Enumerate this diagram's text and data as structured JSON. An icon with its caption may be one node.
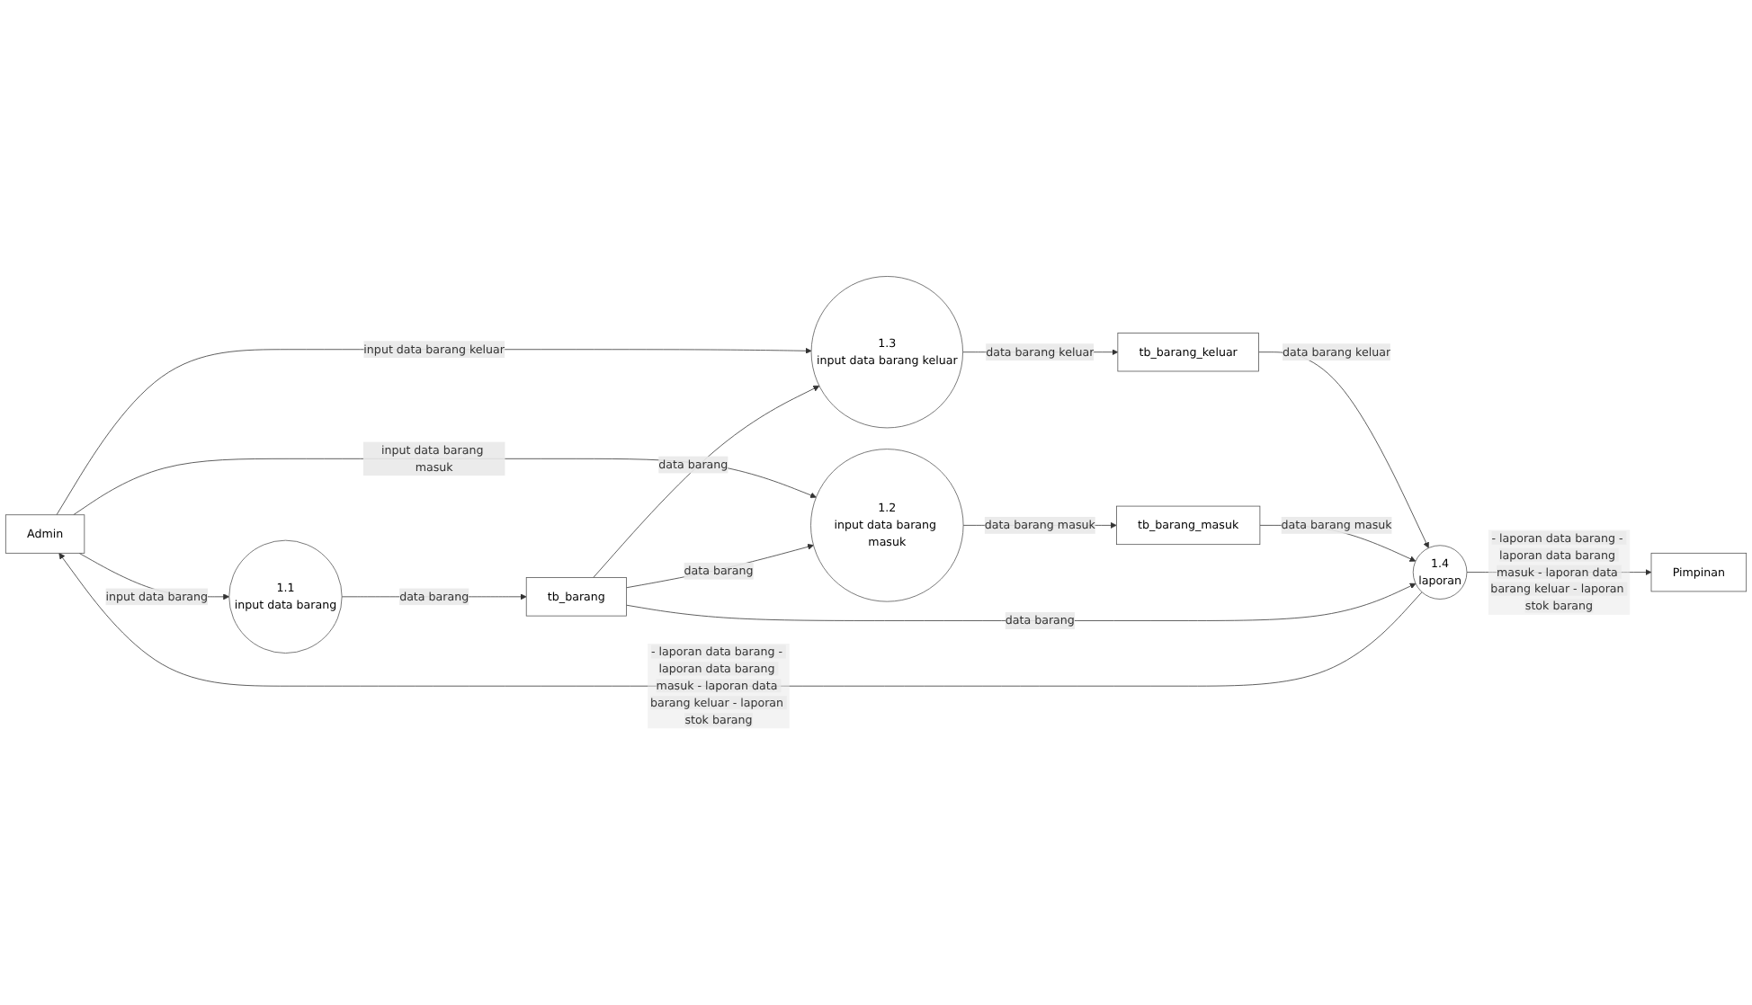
{
  "diagram": {
    "nodes": [
      {
        "text": [
          "Admin"
        ]
      },
      {
        "text": [
          "1.1",
          "input data barang"
        ]
      },
      {
        "text": [
          "1.2",
          "input data barang masuk"
        ]
      },
      {
        "text": [
          "1.3",
          "input data barang keluar"
        ]
      },
      {
        "text": [
          "tb_barang"
        ]
      },
      {
        "text": [
          "tb_barang_masuk"
        ]
      },
      {
        "text": [
          "tb_barang_keluar"
        ]
      },
      {
        "text": [
          "1.4",
          "laporan"
        ]
      },
      {
        "text": [
          "Pimpinan"
        ]
      }
    ],
    "edges": [
      {
        "from": 0,
        "to": 1,
        "arrow": "to",
        "label": "input data barang"
      },
      {
        "from": 0,
        "to": 2,
        "arrow": "to",
        "label": "input data barang masuk"
      },
      {
        "from": 0,
        "to": 3,
        "arrow": "to",
        "label": "input data barang keluar"
      },
      {
        "from": 1,
        "to": 4,
        "arrow": "to",
        "label": "data barang"
      },
      {
        "from": 4,
        "to": 2,
        "arrow": "to",
        "label": "data barang"
      },
      {
        "from": 4,
        "to": 3,
        "arrow": "to",
        "label": "data barang"
      },
      {
        "from": 2,
        "to": 5,
        "arrow": "to",
        "label": "data barang masuk"
      },
      {
        "from": 3,
        "to": 6,
        "arrow": "to",
        "label": "data barang keluar"
      },
      {
        "from": 6,
        "to": 7,
        "arrow": "to",
        "label": "data barang keluar"
      },
      {
        "from": 5,
        "to": 7,
        "arrow": "to",
        "label": "data barang masuk"
      },
      {
        "from": 4,
        "to": 7,
        "arrow": "to",
        "label": "data barang"
      },
      {
        "from": 7,
        "to": 0,
        "arrow": "to",
        "label": "- laporan data barang - laporan data barang masuk - laporan data barang keluar - laporan stok barang"
      },
      {
        "from": 7,
        "to": 8,
        "arrow": "to",
        "label": "- laporan data barang - laporan data barang masuk - laporan data barang keluar - laporan stok barang"
      }
    ]
  }
}
